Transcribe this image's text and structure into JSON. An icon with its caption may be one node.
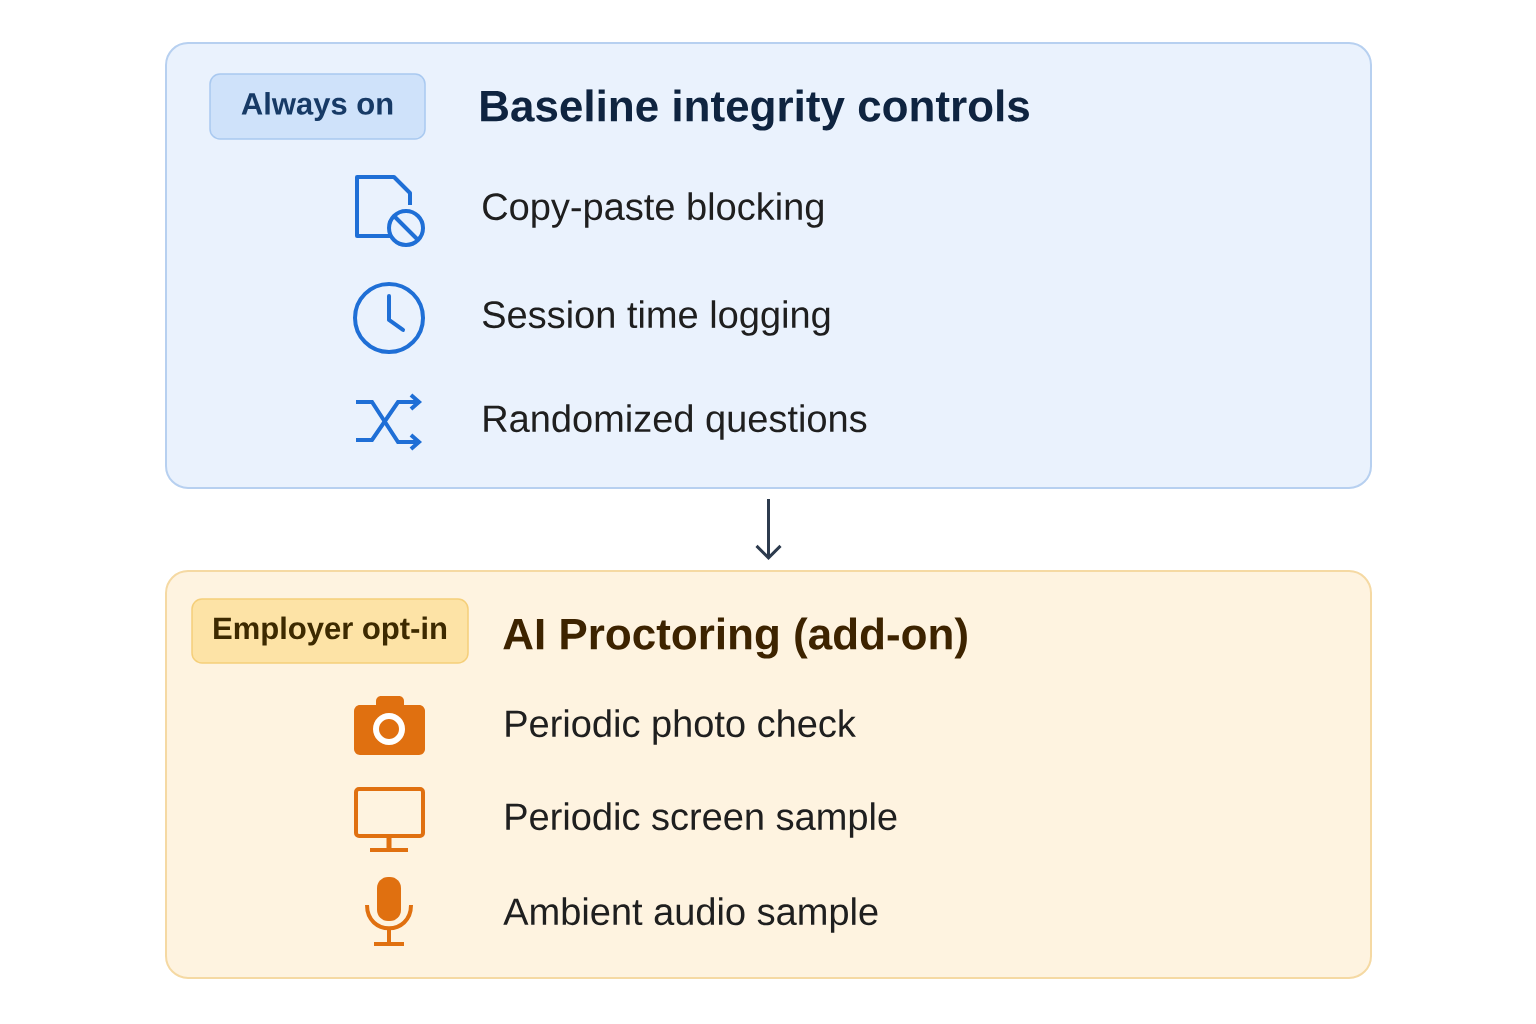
{
  "diagram": {
    "nodes": [
      {
        "text": [
          "Baseline integrity controls",
          "Copy-paste blocking",
          "Session time logging",
          "Randomized questions"
        ]
      },
      {
        "text": [
          "Always on"
        ],
        "in": 0
      },
      {
        "text": [
          "AI Proctoring (add-on)",
          "Periodic photo check",
          "Periodic screen sample",
          "Ambient audio sample"
        ]
      },
      {
        "text": [
          "Employer opt-in"
        ],
        "in": 2
      }
    ],
    "edges": [
      {
        "from": 0,
        "to": 2,
        "arrow": "to"
      }
    ]
  }
}
